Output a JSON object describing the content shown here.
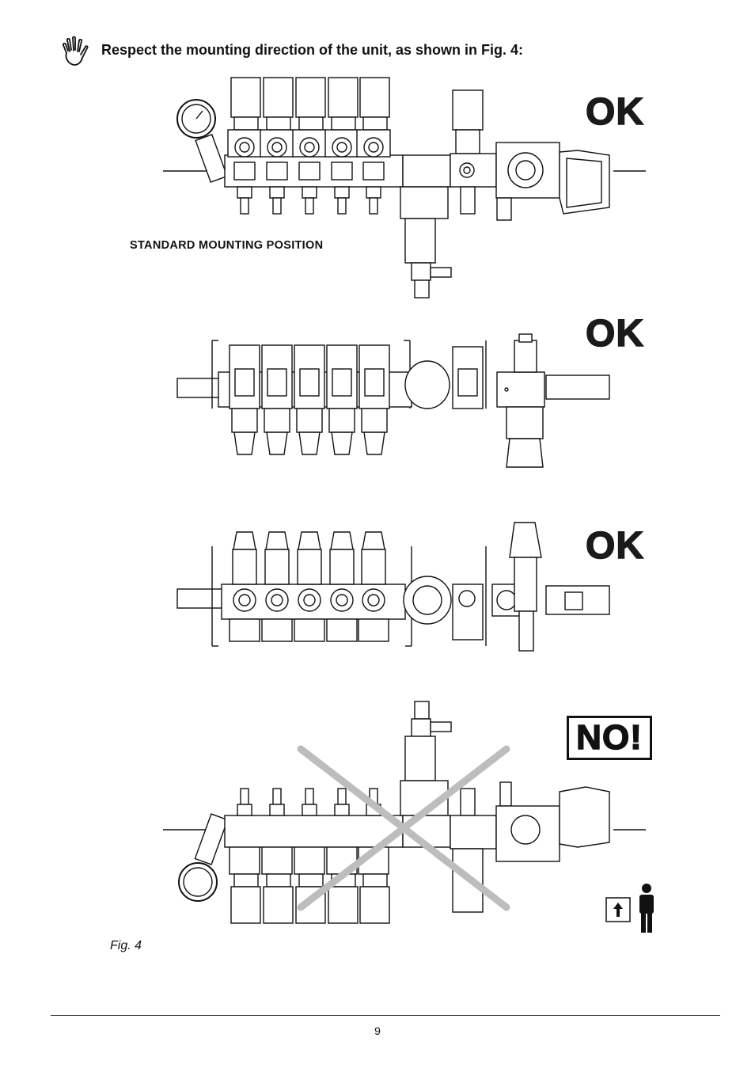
{
  "header": {
    "instruction": "Respect the mounting direction of the unit, as shown in Fig. 4:"
  },
  "figures": [
    {
      "verdict": "OK",
      "label": "STANDARD MOUNTING POSITION"
    },
    {
      "verdict": "OK"
    },
    {
      "verdict": "OK"
    },
    {
      "verdict": "NO!"
    }
  ],
  "caption": "Fig. 4",
  "page_number": "9",
  "icons": [
    "hand-stop-icon",
    "up-arrow-box-icon",
    "person-icon"
  ]
}
